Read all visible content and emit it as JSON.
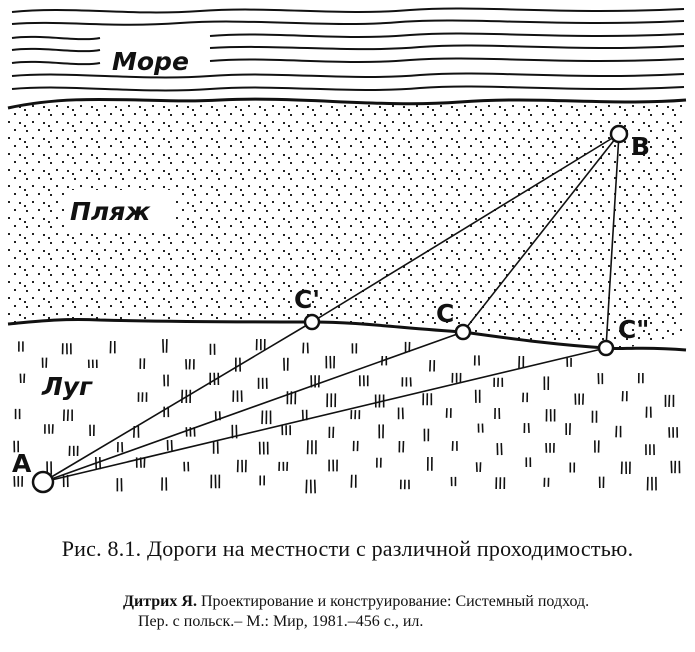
{
  "regions": {
    "sea": "Море",
    "beach": "Пляж",
    "meadow": "Луг"
  },
  "points": {
    "A": "A",
    "B": "B",
    "C": "C",
    "C_prime": "C'",
    "C_double_prime": "C\""
  },
  "caption": {
    "figure_number": "Рис. 8.1.",
    "title": "Дороги на местности с различной проходимостью."
  },
  "source": {
    "author": "Дитрих Я.",
    "title": "Проектирование и конструирование: Системный подход.",
    "publication": "Пер. с польск.– М.: Мир, 1981.–456 с., ил."
  }
}
